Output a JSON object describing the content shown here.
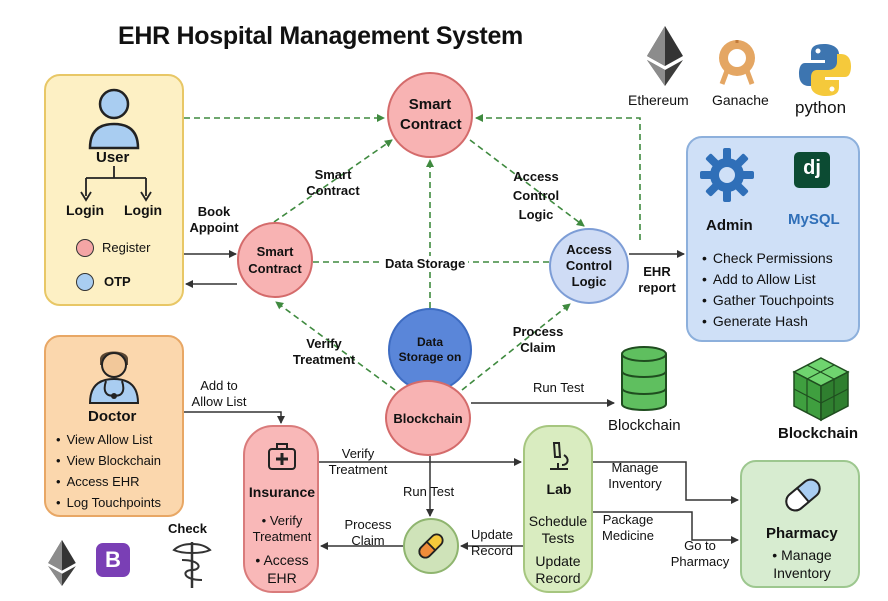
{
  "title": "EHR Hospital Management System",
  "logos": {
    "ethereum": "Ethereum",
    "ganache": "Ganache",
    "python": "python",
    "django": "dj",
    "mysql": "MySQL"
  },
  "user_panel": {
    "title": "User",
    "login_left": "Login",
    "login_right": "Login",
    "register": "Register",
    "otp": "OTP"
  },
  "doctor_panel": {
    "title": "Doctor",
    "items": [
      "View Allow List",
      "View Blockchain",
      "Access EHR",
      "Log Touchpoints"
    ]
  },
  "admin_panel": {
    "title": "Admin",
    "items": [
      "Check Permissions",
      "Add to Allow List",
      "Gather Touchpoints",
      "Generate Hash"
    ]
  },
  "pharmacy_panel": {
    "title": "Pharmacy",
    "item": "Manage Inventory"
  },
  "insurance_panel": {
    "title": "Insurance",
    "item1": "Verify Treatment",
    "item2": "Access EHR"
  },
  "lab_panel": {
    "title": "Lab",
    "item1": "Schedule Tests",
    "item2": "Update Record"
  },
  "nodes": {
    "smart_contract_top": "Smart Contract",
    "smart_contract_left": "Smart Contract",
    "access_control": "Access Control Logic",
    "data_storage": "Data Storage on",
    "blockchain": "Blockchain",
    "db_label": "Blockchain",
    "cubes_label": "Blockchain"
  },
  "edge_labels": {
    "smart_contract": "Smart Contract",
    "access_control_logic": "Access Control Logic",
    "book_appoint": "Book Appoint",
    "data_storage": "Data Storage",
    "ehr_report": "EHR report",
    "verify_treatment_1": "Verify Treatment",
    "process_claim_1": "Process Claim",
    "add_to_allow_list": "Add to Allow List",
    "run_test_1": "Run Test",
    "verify_treatment_2": "Verify Treatment",
    "run_test_2": "Run Test",
    "manage_inventory": "Manage Inventory",
    "check": "Check",
    "process_claim_2": "Process Claim",
    "update_record": "Update Record",
    "package_medicine": "Package Medicine",
    "go_to_pharmacy": "Go to Pharmacy"
  },
  "colors": {
    "dashed_edge": "#3f8a3f",
    "solid_edge": "#333333",
    "contract_fill": "#f8b3b3",
    "user_fill": "#fdf0c4",
    "doctor_fill": "#fbd7ad",
    "admin_fill": "#cfe0f7",
    "pharmacy_fill": "#d7ecd0"
  }
}
